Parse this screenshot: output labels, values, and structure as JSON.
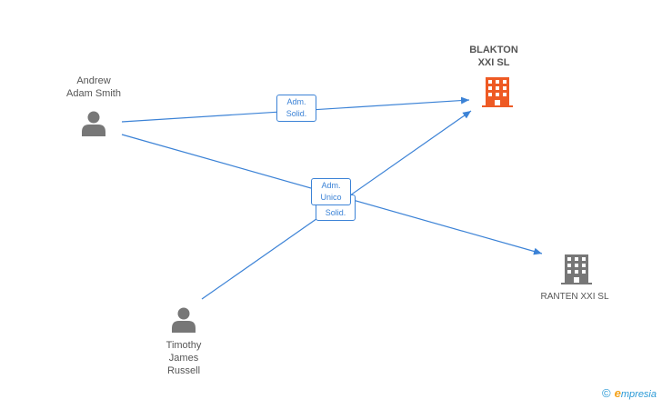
{
  "nodes": {
    "andrew": {
      "name_line1": "Andrew",
      "name_line2": "Adam Smith"
    },
    "timothy": {
      "name_line1": "Timothy",
      "name_line2": "James",
      "name_line3": "Russell"
    },
    "blakton": {
      "name_line1": "BLAKTON",
      "name_line2": "XXI SL",
      "color": "#ee5a24"
    },
    "ranten": {
      "name": "RANTEN XXI SL",
      "color": "#777777"
    }
  },
  "edges": {
    "andrew_blakton": {
      "line1": "Adm.",
      "line2": "Solid."
    },
    "andrew_ranten": {
      "line1": "Adm.",
      "line2": "Unico"
    },
    "timothy_blakton": {
      "line1": "Solid."
    }
  },
  "footer": {
    "copyright": "©",
    "brand_initial": "e",
    "brand_rest": "mpresia"
  },
  "colors": {
    "edge": "#3b82d6",
    "person": "#777777"
  }
}
